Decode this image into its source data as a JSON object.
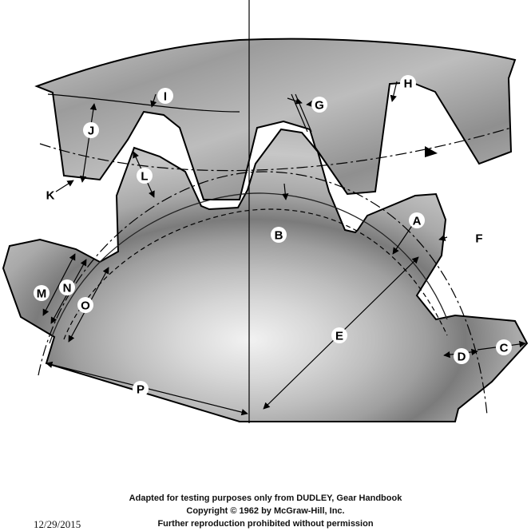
{
  "labels": {
    "A": "A",
    "B": "B",
    "C": "C",
    "D": "D",
    "E": "E",
    "F": "F",
    "G": "G",
    "H": "H",
    "I": "I",
    "J": "J",
    "K": "K",
    "L": "L",
    "M": "M",
    "N": "N",
    "O": "O",
    "P": "P"
  },
  "credits": {
    "line1": "Adapted for testing purposes only from DUDLEY, Gear Handbook",
    "line2": "Copyright © 1962 by McGraw-Hill, Inc.",
    "line3": "Further reproduction prohibited without permission"
  },
  "date": "12/29/2015"
}
